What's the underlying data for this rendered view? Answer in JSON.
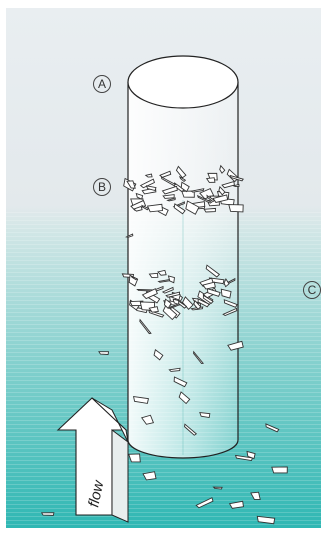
{
  "labels": {
    "a": "A",
    "b": "B",
    "c": "C",
    "flow": "flow"
  },
  "colors": {
    "sky_top": "#e9eef1",
    "sky_bottom": "#dfe6ea",
    "water_top": "#cfe6e6",
    "water_bottom": "#2fb7b3",
    "cylinder_edge": "#222222",
    "fragment_fill": "#ffffff",
    "fragment_shadow": "#444444"
  },
  "icons": {
    "arrow": "flow-arrow-icon"
  }
}
